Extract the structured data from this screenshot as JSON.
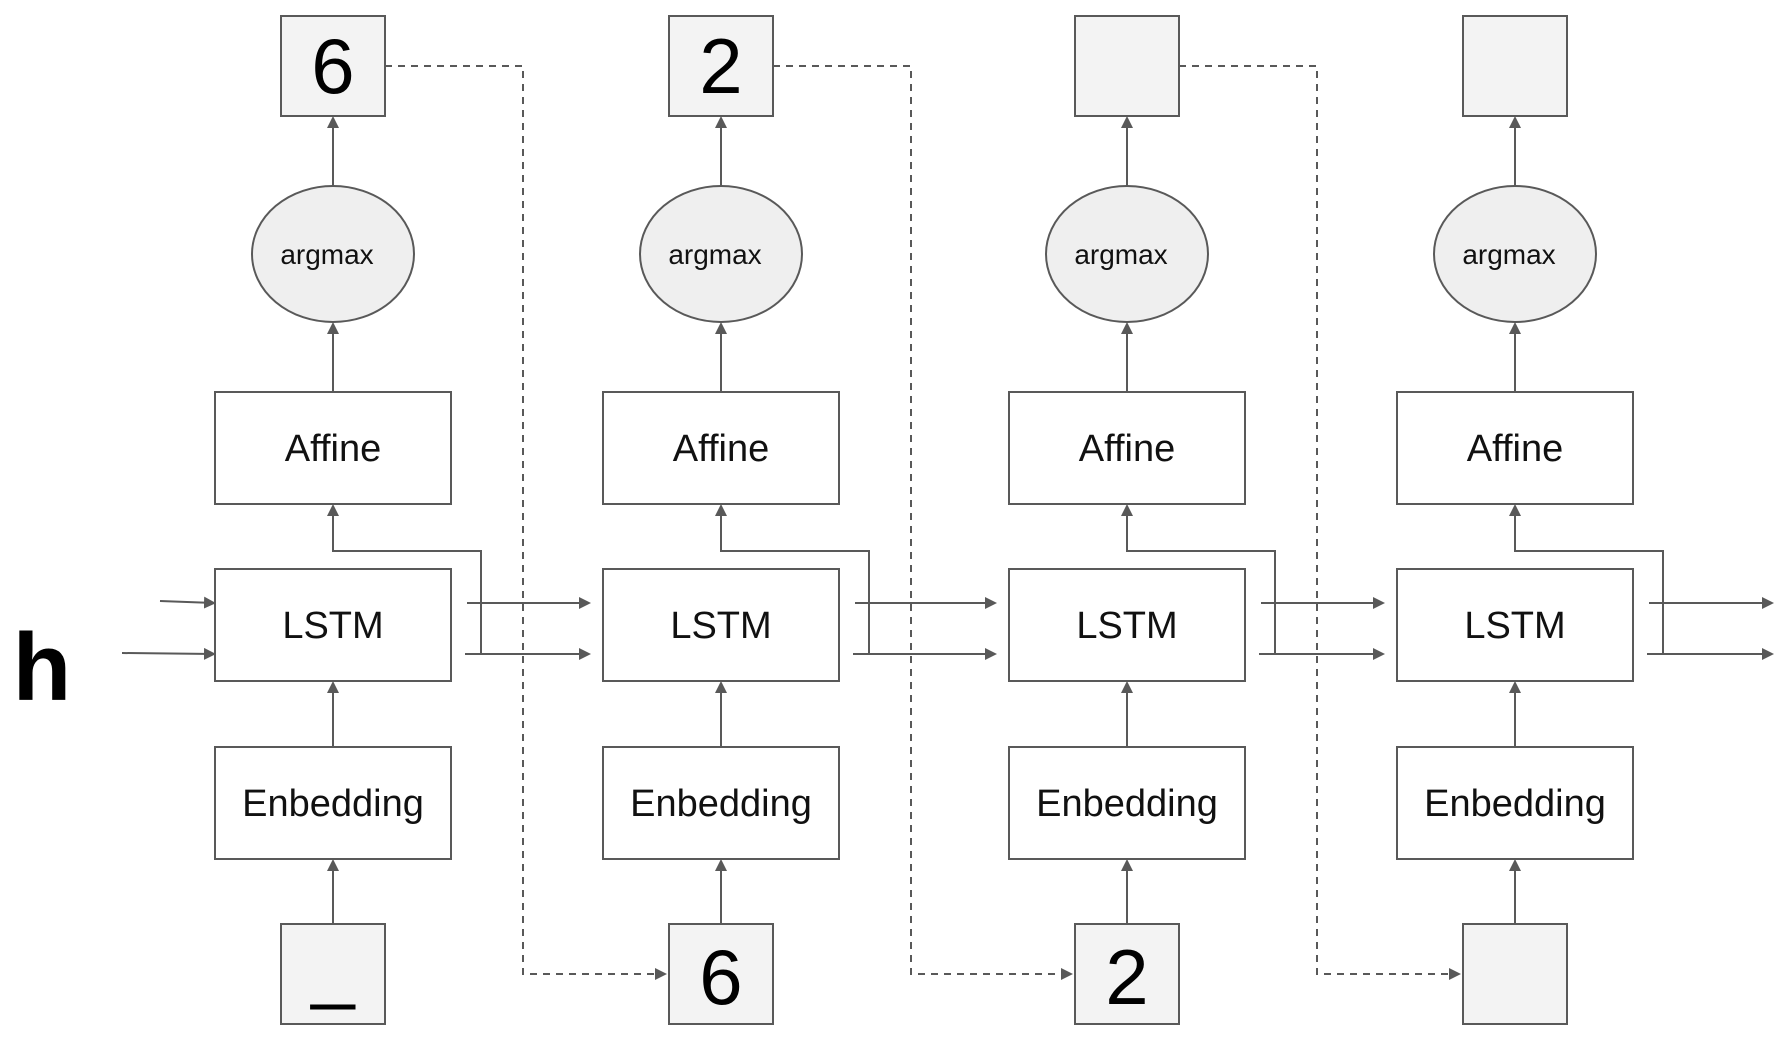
{
  "hidden_state_label": "h",
  "steps": [
    {
      "output": "6",
      "argmax": "argmax",
      "affine": "Affine",
      "lstm": "LSTM",
      "embedding": "Enbedding",
      "input": "_"
    },
    {
      "output": "2",
      "argmax": "argmax",
      "affine": "Affine",
      "lstm": "LSTM",
      "embedding": "Enbedding",
      "input": "6"
    },
    {
      "output": "",
      "argmax": "argmax",
      "affine": "Affine",
      "lstm": "LSTM",
      "embedding": "Enbedding",
      "input": "2"
    },
    {
      "output": "",
      "argmax": "argmax",
      "affine": "Affine",
      "lstm": "LSTM",
      "embedding": "Enbedding",
      "input": ""
    }
  ]
}
